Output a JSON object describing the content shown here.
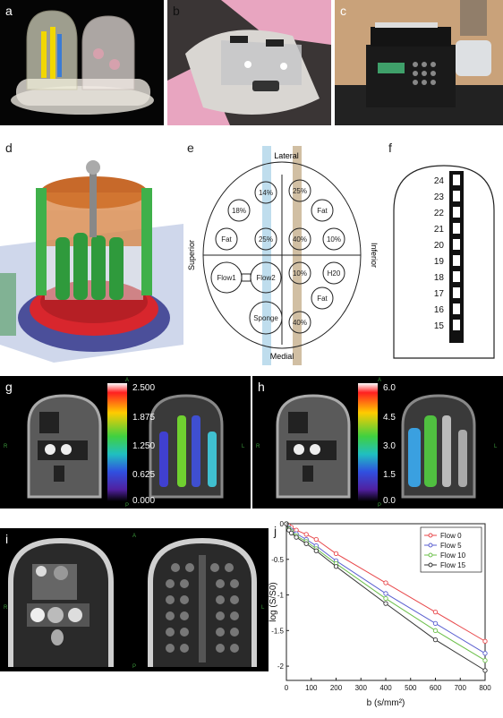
{
  "panels": {
    "a": {
      "label": "a"
    },
    "b": {
      "label": "b"
    },
    "c": {
      "label": "c"
    },
    "d": {
      "label": "d"
    },
    "e": {
      "label": "e",
      "lateral": "Lateral",
      "medial": "Medial",
      "superior": "Superior",
      "inferior": "Inferior",
      "compartments": [
        "14%",
        "25%",
        "18%",
        "Fat",
        "Fat",
        "25%",
        "40%",
        "10%",
        "Flow1",
        "Flow2",
        "10%",
        "H20",
        "Fat",
        "Sponge",
        "40%"
      ]
    },
    "f": {
      "label": "f",
      "numbers": [
        "24",
        "23",
        "22",
        "21",
        "20",
        "19",
        "18",
        "17",
        "16",
        "15"
      ]
    },
    "g": {
      "label": "g",
      "colorbar": [
        "2.500",
        "1.875",
        "1.250",
        "0.625",
        "0.000"
      ],
      "orient": {
        "top": "A",
        "left": "R",
        "right": "L",
        "bottom": "P"
      }
    },
    "h": {
      "label": "h",
      "colorbar": [
        "6.0",
        "4.5",
        "3.0",
        "1.5",
        "0.0"
      ],
      "orient": {
        "top": "A",
        "left": "R",
        "right": "L",
        "bottom": "P"
      }
    },
    "i": {
      "label": "i",
      "orient": {
        "top": "A",
        "left": "R",
        "right": "L",
        "bottom": "P"
      }
    },
    "j": {
      "label": "j"
    }
  },
  "chart_data": {
    "type": "line",
    "title": "",
    "xlabel": "b (s/mm²)",
    "ylabel": "log (S/S0)",
    "xlim": [
      0,
      800
    ],
    "ylim": [
      -2.2,
      0
    ],
    "xticks": [
      "0",
      "100",
      "200",
      "300",
      "400",
      "500",
      "600",
      "700",
      "800"
    ],
    "yticks": [
      "0",
      "-0.5",
      "-1",
      "-1.5",
      "-2"
    ],
    "legend_position": "top-right",
    "x": [
      0,
      10,
      20,
      40,
      80,
      120,
      200,
      400,
      600,
      800
    ],
    "series": [
      {
        "name": "Flow 0",
        "color": "#e8474a",
        "values": [
          0,
          -0.03,
          -0.05,
          -0.09,
          -0.15,
          -0.22,
          -0.42,
          -0.83,
          -1.24,
          -1.65
        ]
      },
      {
        "name": "Flow 5",
        "color": "#5a5fd0",
        "values": [
          0,
          -0.06,
          -0.09,
          -0.14,
          -0.22,
          -0.31,
          -0.52,
          -0.98,
          -1.4,
          -1.82
        ]
      },
      {
        "name": "Flow 10",
        "color": "#6cc04a",
        "values": [
          0,
          -0.07,
          -0.11,
          -0.17,
          -0.25,
          -0.35,
          -0.56,
          -1.05,
          -1.5,
          -1.92
        ]
      },
      {
        "name": "Flow 15",
        "color": "#333333",
        "values": [
          0,
          -0.09,
          -0.13,
          -0.19,
          -0.28,
          -0.38,
          -0.6,
          -1.12,
          -1.63,
          -2.06
        ]
      }
    ]
  }
}
